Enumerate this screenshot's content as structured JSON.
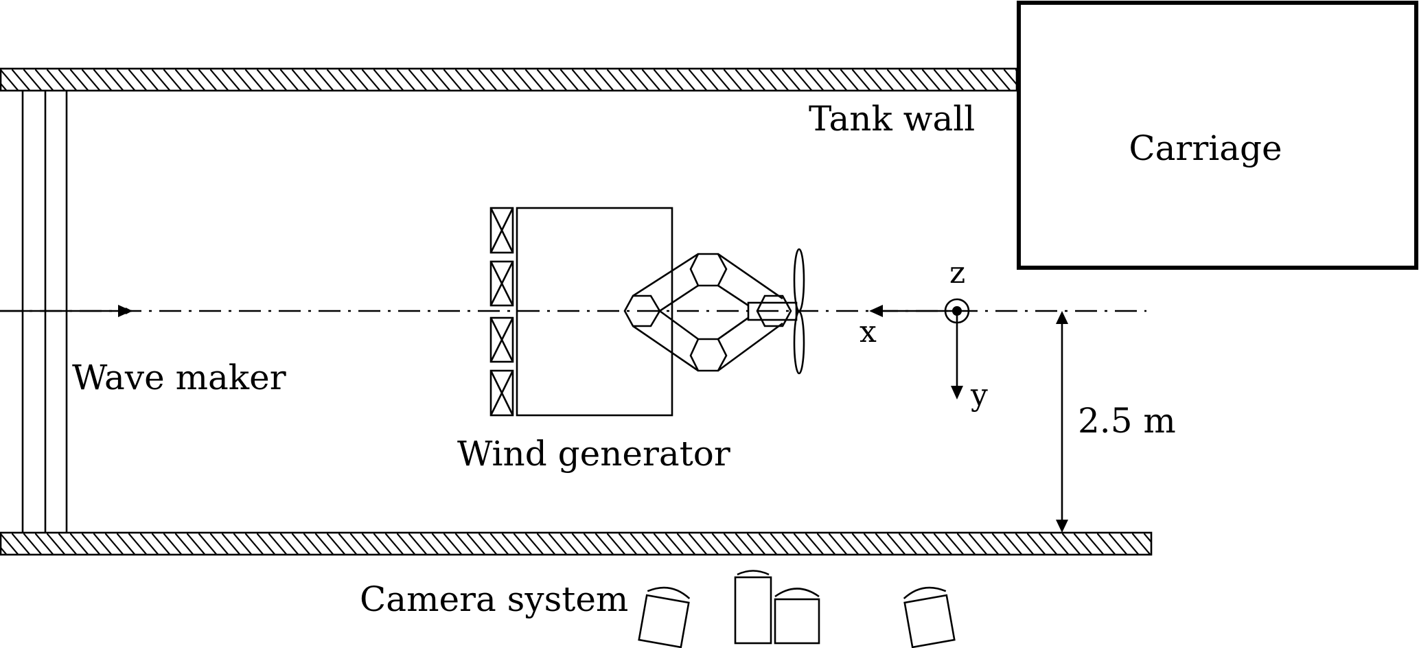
{
  "figure": {
    "type": "experimental setup schematic (top view of towing tank)",
    "labels": {
      "tank_wall": "Tank wall",
      "carriage": "Carriage",
      "wave_maker": "Wave maker",
      "wind_generator": "Wind generator",
      "camera_system": "Camera system",
      "axis_x": "x",
      "axis_y": "y",
      "axis_z": "z",
      "distance": "2.5 m"
    },
    "components": [
      {
        "id": "tank-wall-top",
        "name": "Tank wall (top)"
      },
      {
        "id": "tank-wall-bottom",
        "name": "Tank wall (bottom)"
      },
      {
        "id": "carriage",
        "name": "Carriage"
      },
      {
        "id": "wave-maker",
        "name": "Wave maker",
        "paddle_lines": 3
      },
      {
        "id": "wind-generator",
        "name": "Wind generator",
        "fan_units": 4
      },
      {
        "id": "floating-platform",
        "name": "Semi-submersible platform",
        "columns": 4
      },
      {
        "id": "rotor",
        "name": "Turbine rotor",
        "blades": 2
      },
      {
        "id": "camera-system",
        "name": "Camera system",
        "cameras": 4
      }
    ],
    "colors": {
      "stroke": "#000000",
      "fill_gray": "#d8d8d8",
      "background": "#ffffff"
    }
  }
}
